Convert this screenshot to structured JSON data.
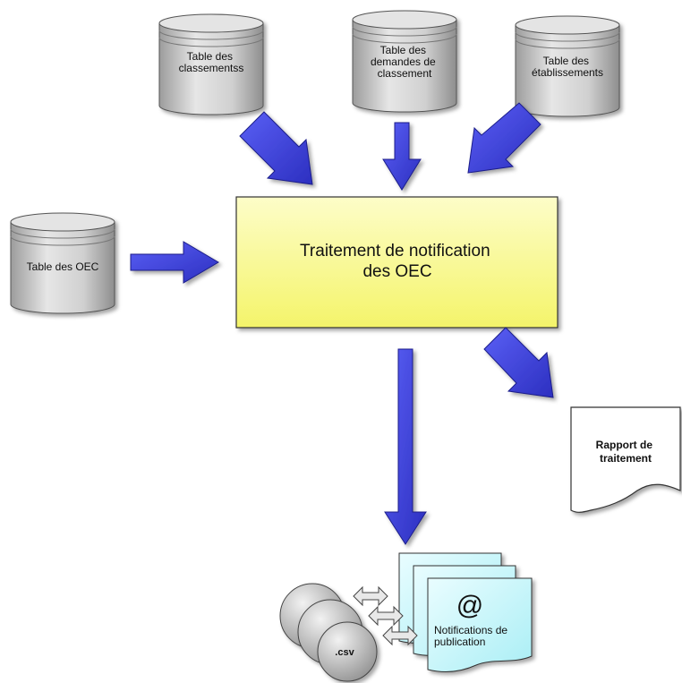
{
  "databases": {
    "classements": {
      "lines": [
        "Table des",
        "classementss"
      ]
    },
    "demandes": {
      "lines": [
        "Table des",
        "demandes de",
        "classement"
      ]
    },
    "etablissements": {
      "lines": [
        "Table des",
        "établissements"
      ]
    },
    "oec": {
      "lines": [
        "Table des OEC"
      ]
    }
  },
  "process": {
    "lines": [
      "Traitement de notification",
      "des OEC"
    ]
  },
  "report": {
    "lines": [
      "Rapport de",
      "traitement"
    ]
  },
  "notifications": {
    "symbol": "@",
    "lines": [
      "Notifications de",
      "publication"
    ]
  },
  "csv": {
    "label": ".csv"
  },
  "colors": {
    "arrow": "#3a3fe0",
    "process_fill": "#fbfb9a",
    "notification_fill": "#c9f7fb",
    "db_fill": "#d8d8d8"
  }
}
